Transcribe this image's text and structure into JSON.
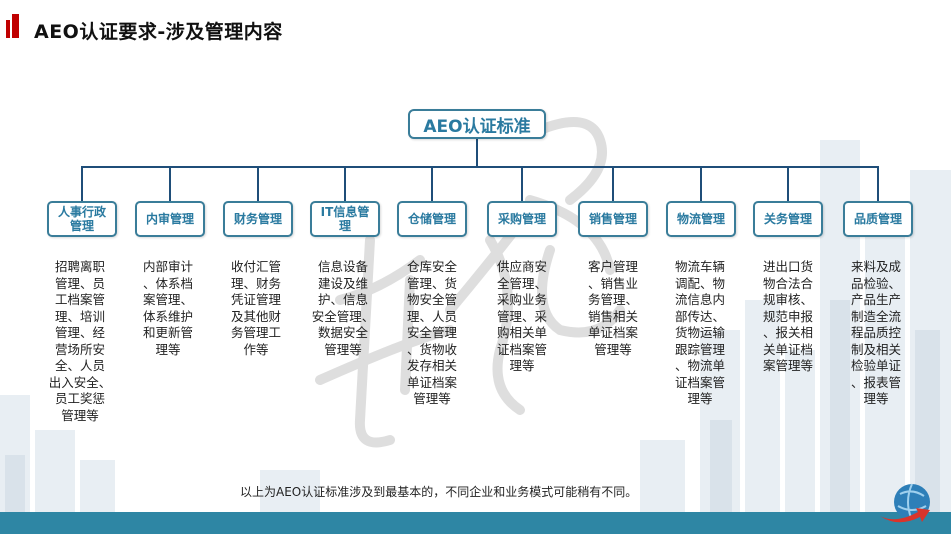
{
  "title": "AEO认证要求-涉及管理内容",
  "root": "AEO认证标准",
  "footnote": "以上为AEO认证标准涉及到最基本的，不同企业和业务模式可能稍有不同。",
  "nodes": [
    {
      "label": "人事行政\n管理",
      "desc": "招聘离职\n管理、员\n工档案管\n理、培训\n管理、经\n营场所安\n全、人员\n出入安全、\n员工奖惩\n管理等"
    },
    {
      "label": "内审管理",
      "desc": "内部审计\n、体系档\n案管理、\n体系维护\n和更新管\n理等"
    },
    {
      "label": "财务管理",
      "desc": "收付汇管\n理、财务\n凭证管理\n及其他财\n务管理工\n作等"
    },
    {
      "label": "IT信息管\n理",
      "desc": "信息设备\n建设及维\n护、信息\n安全管理、\n数据安全\n管理等"
    },
    {
      "label": "仓储管理",
      "desc": "仓库安全\n管理、货\n物安全管\n理、人员\n安全管理\n、货物收\n发存相关\n单证档案\n管理等"
    },
    {
      "label": "采购管理",
      "desc": "供应商安\n全管理、\n采购业务\n管理、采\n购相关单\n证档案管\n理等"
    },
    {
      "label": "销售管理",
      "desc": "客户管理\n、销售业\n务管理、\n销售相关\n单证档案\n管理等"
    },
    {
      "label": "物流管理",
      "desc": "物流车辆\n调配、物\n流信息内\n部传达、\n货物运输\n跟踪管理\n、物流单\n证档案管\n理等"
    },
    {
      "label": "关务管理",
      "desc": "进出口货\n物合法合\n规审核、\n规范申报\n、报关相\n关单证档\n案管理等"
    },
    {
      "label": "品质管理",
      "desc": "来料及成\n品检验、\n产品生产\n制造全流\n程品质控\n制及相关\n检验单证\n、报表管\n理等"
    }
  ],
  "colors": {
    "accent": "#2a7aa0",
    "line": "#1f4e79",
    "title_marker": "#c00000",
    "bottom_bar": "#2e86a4"
  },
  "icons": {
    "logo": "globe-arrow-logo",
    "watermark": "handwritten-signature-watermark"
  }
}
